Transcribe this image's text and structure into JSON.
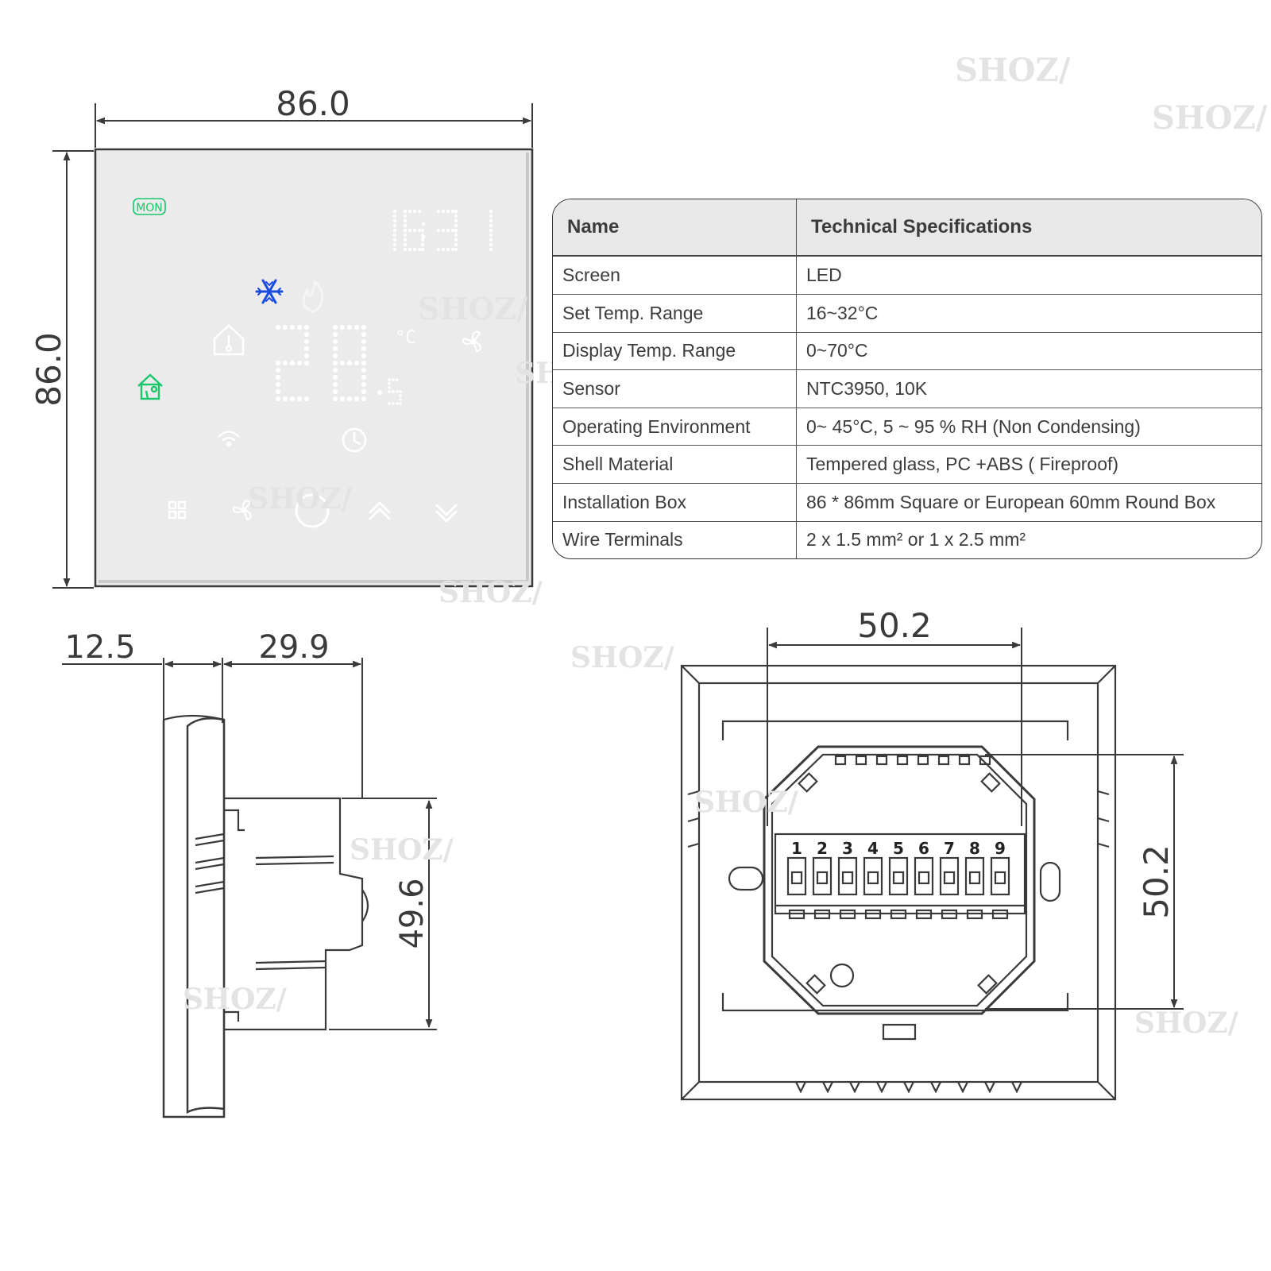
{
  "watermark": "SHOZ/",
  "front_view": {
    "width_dim": "86.0",
    "height_dim": "86.0",
    "screen": {
      "day_badge": "MON",
      "time": "16:31",
      "temperature": "28.5",
      "unit": "°C"
    },
    "colors": {
      "glass": "#ebebeb",
      "led": "#ffffff",
      "accent_green": "#17c76a",
      "snowflake_blue": "#1a4be0"
    },
    "icons": [
      "snowflake-icon",
      "flame-icon",
      "home-thermometer-icon",
      "fan-icon",
      "away-home-icon",
      "wifi-icon",
      "clock-icon",
      "menu-grid-icon",
      "fan-speed-icon",
      "power-button-icon",
      "arrow-up-icon",
      "arrow-down-icon"
    ]
  },
  "spec_table": {
    "headers": [
      "Name",
      "Technical Specifications"
    ],
    "rows": [
      [
        "Screen",
        "LED"
      ],
      [
        "Set Temp. Range",
        "16~32°C"
      ],
      [
        "Display Temp. Range",
        "0~70°C"
      ],
      [
        "Sensor",
        "NTC3950, 10K"
      ],
      [
        "Operating Environment",
        "0~ 45°C,  5 ~ 95 % RH (Non Condensing)"
      ],
      [
        "Shell Material",
        "Tempered glass, PC +ABS ( Fireproof)"
      ],
      [
        "Installation Box",
        "86 * 86mm Square or European 60mm Round Box"
      ],
      [
        "Wire Terminals",
        "2 x 1.5 mm² or 1 x 2.5 mm²"
      ]
    ]
  },
  "side_view": {
    "depth_front": "12.5",
    "depth_back": "29.9",
    "height": "49.6"
  },
  "back_view": {
    "width": "50.2",
    "height": "50.2",
    "terminals": [
      "1",
      "2",
      "3",
      "4",
      "5",
      "6",
      "7",
      "8",
      "9"
    ]
  }
}
